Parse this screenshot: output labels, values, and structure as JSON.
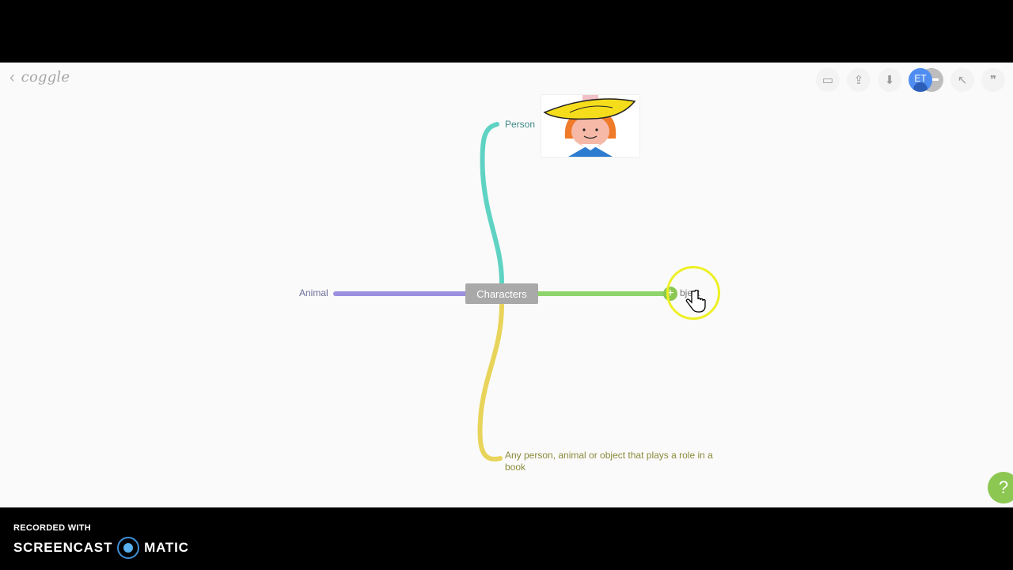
{
  "app": {
    "name": "coggle",
    "back_icon": "chevron-left-icon"
  },
  "toolbar": {
    "items": [
      {
        "name": "present-icon",
        "glyph": "▭"
      },
      {
        "name": "share-upload-icon",
        "glyph": "⇪"
      },
      {
        "name": "download-icon",
        "glyph": "⬇"
      },
      {
        "name": "history-icon",
        "glyph": "↖"
      },
      {
        "name": "comments-quote-icon",
        "glyph": "❞"
      }
    ],
    "avatar_initials": "ET"
  },
  "mindmap": {
    "central": "Characters",
    "branches": [
      {
        "label": "Person",
        "color": "#5fd3c3",
        "text_color": "#3f8a86"
      },
      {
        "label": "Animal",
        "color": "#9b8fe0",
        "text_color": "#6e6e9a"
      },
      {
        "label": "bject",
        "color": "#8ed46a",
        "text_color": "#777777"
      },
      {
        "label": "Any person, animal or object that plays a role in a",
        "label_line2": "book",
        "color": "#e8d45a",
        "text_color": "#8a8a3a"
      }
    ],
    "image_alt": "Madeline character illustration"
  },
  "help_label": "?",
  "recorder": {
    "line1": "RECORDED WITH",
    "brand_left": "SCREENCAST",
    "brand_right": "MATIC"
  }
}
